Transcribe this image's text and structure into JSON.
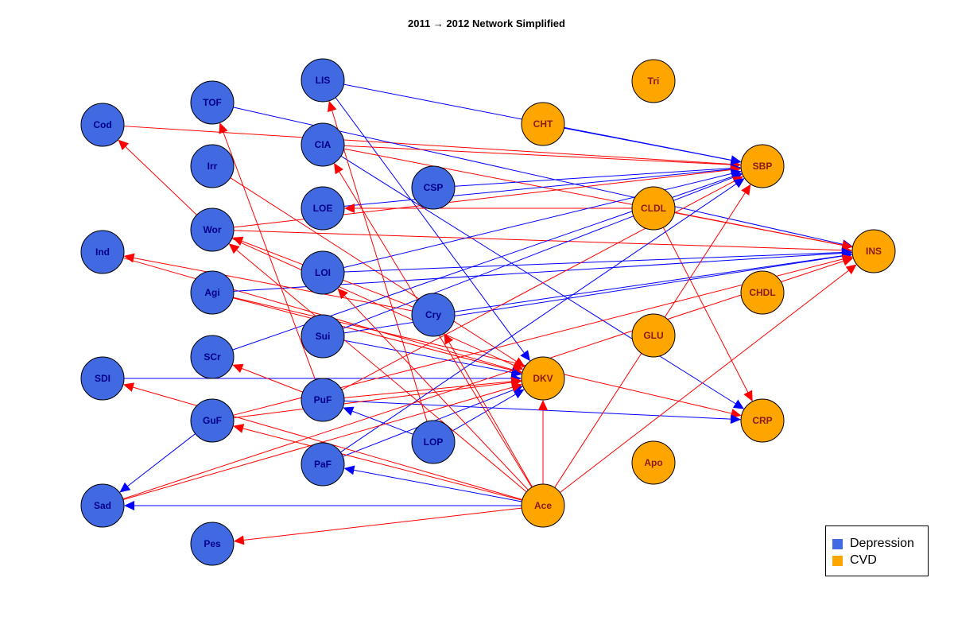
{
  "title": "2011 → 2012 Network Simplified",
  "colors": {
    "depression": "#4169E1",
    "cvd": "#FFA500",
    "edge_positive": "#FF0000",
    "edge_negative": "#0000FF",
    "node_label_depression": "#00008B",
    "node_label_cvd": "#8B1A1A"
  },
  "legend": {
    "items": [
      {
        "label": "Depression",
        "group": "depression"
      },
      {
        "label": "CVD",
        "group": "cvd"
      }
    ]
  },
  "nodes": [
    {
      "id": "Cod",
      "group": "depression"
    },
    {
      "id": "TOF",
      "group": "depression"
    },
    {
      "id": "LIS",
      "group": "depression"
    },
    {
      "id": "CIA",
      "group": "depression"
    },
    {
      "id": "Irr",
      "group": "depression"
    },
    {
      "id": "CSP",
      "group": "depression"
    },
    {
      "id": "LOE",
      "group": "depression"
    },
    {
      "id": "Wor",
      "group": "depression"
    },
    {
      "id": "Ind",
      "group": "depression"
    },
    {
      "id": "LOI",
      "group": "depression"
    },
    {
      "id": "Agi",
      "group": "depression"
    },
    {
      "id": "Cry",
      "group": "depression"
    },
    {
      "id": "Sui",
      "group": "depression"
    },
    {
      "id": "SCr",
      "group": "depression"
    },
    {
      "id": "SDI",
      "group": "depression"
    },
    {
      "id": "PuF",
      "group": "depression"
    },
    {
      "id": "GuF",
      "group": "depression"
    },
    {
      "id": "LOP",
      "group": "depression"
    },
    {
      "id": "PaF",
      "group": "depression"
    },
    {
      "id": "Sad",
      "group": "depression"
    },
    {
      "id": "Pes",
      "group": "depression"
    },
    {
      "id": "Tri",
      "group": "cvd"
    },
    {
      "id": "CHT",
      "group": "cvd"
    },
    {
      "id": "SBP",
      "group": "cvd"
    },
    {
      "id": "CLDL",
      "group": "cvd"
    },
    {
      "id": "INS",
      "group": "cvd"
    },
    {
      "id": "CHDL",
      "group": "cvd"
    },
    {
      "id": "GLU",
      "group": "cvd"
    },
    {
      "id": "DKV",
      "group": "cvd"
    },
    {
      "id": "CRP",
      "group": "cvd"
    },
    {
      "id": "Apo",
      "group": "cvd"
    },
    {
      "id": "Ace",
      "group": "cvd"
    }
  ],
  "edges": [
    {
      "from": "Cod",
      "to": "SBP",
      "sign": "pos"
    },
    {
      "from": "TOF",
      "to": "INS",
      "sign": "neg"
    },
    {
      "from": "LIS",
      "to": "SBP",
      "sign": "neg"
    },
    {
      "from": "LIS",
      "to": "DKV",
      "sign": "neg"
    },
    {
      "from": "CIA",
      "to": "SBP",
      "sign": "pos"
    },
    {
      "from": "CIA",
      "to": "INS",
      "sign": "pos"
    },
    {
      "from": "CIA",
      "to": "CRP",
      "sign": "neg"
    },
    {
      "from": "CHT",
      "to": "SBP",
      "sign": "neg"
    },
    {
      "from": "CSP",
      "to": "SBP",
      "sign": "neg"
    },
    {
      "from": "LOE",
      "to": "SBP",
      "sign": "neg"
    },
    {
      "from": "Wor",
      "to": "SBP",
      "sign": "pos"
    },
    {
      "from": "Wor",
      "to": "INS",
      "sign": "pos"
    },
    {
      "from": "Wor",
      "to": "DKV",
      "sign": "pos"
    },
    {
      "from": "Wor",
      "to": "Cod",
      "sign": "pos"
    },
    {
      "from": "Irr",
      "to": "DKV",
      "sign": "pos"
    },
    {
      "from": "CLDL",
      "to": "INS",
      "sign": "pos"
    },
    {
      "from": "CLDL",
      "to": "LOE",
      "sign": "pos"
    },
    {
      "from": "CLDL",
      "to": "CRP",
      "sign": "pos"
    },
    {
      "from": "Ind",
      "to": "DKV",
      "sign": "pos"
    },
    {
      "from": "LOI",
      "to": "INS",
      "sign": "neg"
    },
    {
      "from": "LOI",
      "to": "SBP",
      "sign": "neg"
    },
    {
      "from": "Agi",
      "to": "INS",
      "sign": "neg"
    },
    {
      "from": "Agi",
      "to": "DKV",
      "sign": "pos"
    },
    {
      "from": "Agi",
      "to": "CRP",
      "sign": "pos"
    },
    {
      "from": "Cry",
      "to": "Ind",
      "sign": "pos"
    },
    {
      "from": "Cry",
      "to": "Wor",
      "sign": "pos"
    },
    {
      "from": "Cry",
      "to": "INS",
      "sign": "neg"
    },
    {
      "from": "Sui",
      "to": "SBP",
      "sign": "neg"
    },
    {
      "from": "Sui",
      "to": "INS",
      "sign": "neg"
    },
    {
      "from": "Sui",
      "to": "DKV",
      "sign": "neg"
    },
    {
      "from": "SCr",
      "to": "SBP",
      "sign": "neg"
    },
    {
      "from": "SDI",
      "to": "DKV",
      "sign": "neg"
    },
    {
      "from": "PuF",
      "to": "CRP",
      "sign": "neg"
    },
    {
      "from": "PuF",
      "to": "SBP",
      "sign": "pos"
    },
    {
      "from": "PuF",
      "to": "DKV",
      "sign": "pos"
    },
    {
      "from": "PuF",
      "to": "TOF",
      "sign": "pos"
    },
    {
      "from": "PuF",
      "to": "SCr",
      "sign": "pos"
    },
    {
      "from": "GuF",
      "to": "INS",
      "sign": "pos"
    },
    {
      "from": "GuF",
      "to": "DKV",
      "sign": "pos"
    },
    {
      "from": "GuF",
      "to": "Sad",
      "sign": "neg"
    },
    {
      "from": "LOP",
      "to": "PuF",
      "sign": "neg"
    },
    {
      "from": "LOP",
      "to": "LIS",
      "sign": "pos"
    },
    {
      "from": "LOP",
      "to": "DKV",
      "sign": "neg"
    },
    {
      "from": "PaF",
      "to": "DKV",
      "sign": "neg"
    },
    {
      "from": "PaF",
      "to": "SBP",
      "sign": "neg"
    },
    {
      "from": "Sad",
      "to": "DKV",
      "sign": "pos"
    },
    {
      "from": "Sad",
      "to": "INS",
      "sign": "pos"
    },
    {
      "from": "Ace",
      "to": "Sad",
      "sign": "neg"
    },
    {
      "from": "Ace",
      "to": "PaF",
      "sign": "neg"
    },
    {
      "from": "Ace",
      "to": "Pes",
      "sign": "pos"
    },
    {
      "from": "Ace",
      "to": "GuF",
      "sign": "pos"
    },
    {
      "from": "Ace",
      "to": "SDI",
      "sign": "pos"
    },
    {
      "from": "Ace",
      "to": "LOI",
      "sign": "pos"
    },
    {
      "from": "Ace",
      "to": "CIA",
      "sign": "pos"
    },
    {
      "from": "Ace",
      "to": "Wor",
      "sign": "pos"
    },
    {
      "from": "Ace",
      "to": "Cry",
      "sign": "pos"
    },
    {
      "from": "Ace",
      "to": "DKV",
      "sign": "pos"
    },
    {
      "from": "Ace",
      "to": "SBP",
      "sign": "pos"
    },
    {
      "from": "Ace",
      "to": "INS",
      "sign": "pos"
    }
  ]
}
